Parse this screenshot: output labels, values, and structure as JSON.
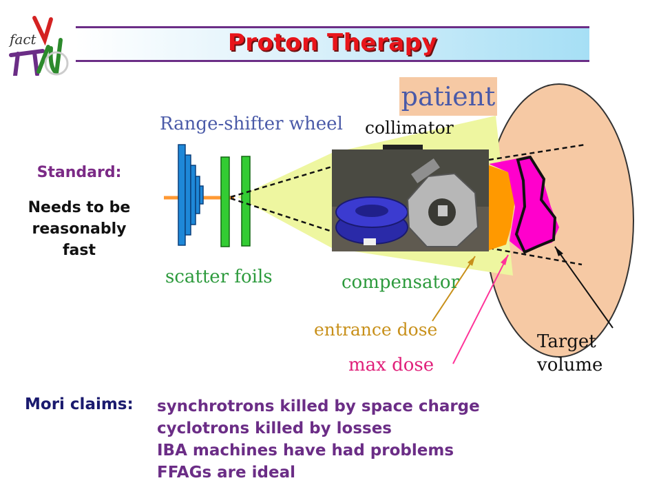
{
  "slide": {
    "title": "Proton Therapy",
    "logo": {
      "word": "fact",
      "icon": "nu-mu-pi-logo"
    },
    "standard_label": "Standard:",
    "standard_text": [
      "Needs to be",
      "reasonably",
      "fast"
    ],
    "claims_label": "Mori claims:",
    "claims": [
      "synchrotrons killed by space charge",
      "cyclotrons killed by losses",
      "IBA machines have had problems",
      "FFAGs are ideal"
    ]
  },
  "diagram": {
    "labels": {
      "range_shifter": "Range-shifter wheel",
      "scatter_foils": "scatter foils",
      "collimator": "collimator",
      "patient": "patient",
      "compensator": "compensator",
      "entrance_dose": "entrance dose",
      "max_dose": "max dose",
      "target_line1": "Target",
      "target_line2": "volume"
    },
    "colors": {
      "range_shifter": "#1e88d8",
      "foils": "#33cc33",
      "beam_cone": "#eef6a0",
      "patient_body": "#f6c9a4",
      "target": "#ff00cc",
      "entrance_region": "#ff9900",
      "label_blue": "#4a5aa8",
      "label_green": "#2c9a3c",
      "label_orange": "#c8901a",
      "label_pink": "#e0207a",
      "title_red": "#e8151b"
    }
  }
}
